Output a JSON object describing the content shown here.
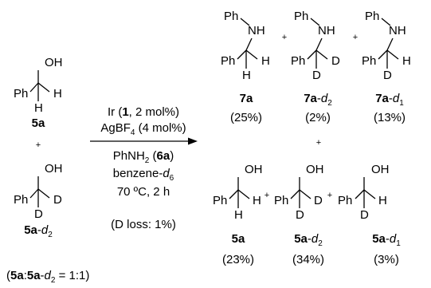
{
  "atoms": {
    "ph": "Ph",
    "oh": "OH",
    "nh": "NH",
    "h": "H",
    "d": "D",
    "plus": "+"
  },
  "reactants": {
    "first": {
      "label_bold": "5a",
      "label_suffix": ""
    },
    "second": {
      "label_bold": "5a",
      "label_prefix_sep": "-",
      "label_d": "d",
      "label_sub": "2"
    },
    "ratio": {
      "open": "(",
      "a": "5a",
      "colon": ":",
      "b": "5a",
      "dash": "-",
      "d": "d",
      "sub": "2",
      "value": " = 1:1)"
    }
  },
  "conditions": {
    "line1_prefix": "Ir (",
    "line1_bold": "1",
    "line1_suffix": ", 2 mol%)",
    "line2_prefix": "AgBF",
    "line2_sub": "4",
    "line2_suffix": " (4 mol%)",
    "line3_prefix": "PhNH",
    "line3_sub": "2",
    "line3_mid": " (",
    "line3_bold": "6a",
    "line3_suffix": ")",
    "line4_prefix": "benzene-",
    "line4_d": "d",
    "line4_sub": "6",
    "line5": "70 ºC, 2 h",
    "line6": "(D loss: 1%)"
  },
  "products": {
    "amines": [
      {
        "bold": "7a",
        "dash": "",
        "d": "",
        "sub": "",
        "yield": "(25%)"
      },
      {
        "bold": "7a",
        "dash": "-",
        "d": "d",
        "sub": "2",
        "yield": "(2%)"
      },
      {
        "bold": "7a",
        "dash": "-",
        "d": "d",
        "sub": "1",
        "yield": "(13%)"
      }
    ],
    "alcohols": [
      {
        "bold": "5a",
        "dash": "",
        "d": "",
        "sub": "",
        "yield": "(23%)"
      },
      {
        "bold": "5a",
        "dash": "-",
        "d": "d",
        "sub": "2",
        "yield": "(34%)"
      },
      {
        "bold": "5a",
        "dash": "-",
        "d": "d",
        "sub": "1",
        "yield": "(3%)"
      }
    ]
  }
}
